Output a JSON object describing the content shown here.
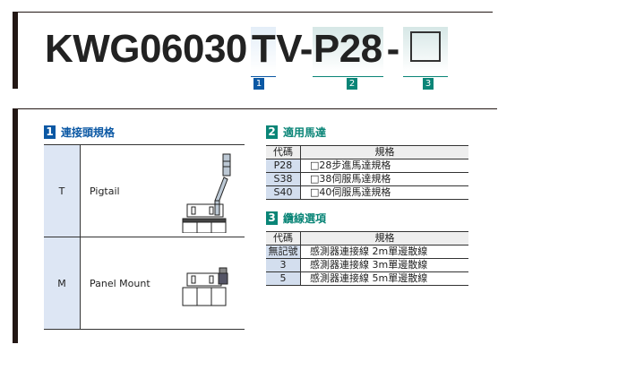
{
  "model": {
    "base": "KWG06030",
    "seg1": "T",
    "mid": "V-",
    "seg2": "P28",
    "dash": "-",
    "badges": [
      "1",
      "2",
      "3"
    ]
  },
  "colors": {
    "badge1": "#0b58a4",
    "badge2": "#0a8577",
    "text": "#231815"
  },
  "section1": {
    "num": "1",
    "title": "連接頭規格",
    "rows": [
      {
        "code": "T",
        "name": "Pigtail"
      },
      {
        "code": "M",
        "name": "Panel Mount"
      }
    ]
  },
  "section2": {
    "num": "2",
    "title": "適用馬達",
    "headers": [
      "代碼",
      "規格"
    ],
    "rows": [
      {
        "code": "P28",
        "spec": "□28步進馬達規格"
      },
      {
        "code": "S38",
        "spec": "□38伺服馬達規格"
      },
      {
        "code": "S40",
        "spec": "□40伺服馬達規格"
      }
    ]
  },
  "section3": {
    "num": "3",
    "title": "纜線選項",
    "headers": [
      "代碼",
      "規格"
    ],
    "rows": [
      {
        "code": "無記號",
        "spec": "感測器連接線 2m單邊散線"
      },
      {
        "code": "3",
        "spec": "感測器連接線 3m單邊散線"
      },
      {
        "code": "5",
        "spec": "感測器連接線 5m單邊散線"
      }
    ]
  }
}
